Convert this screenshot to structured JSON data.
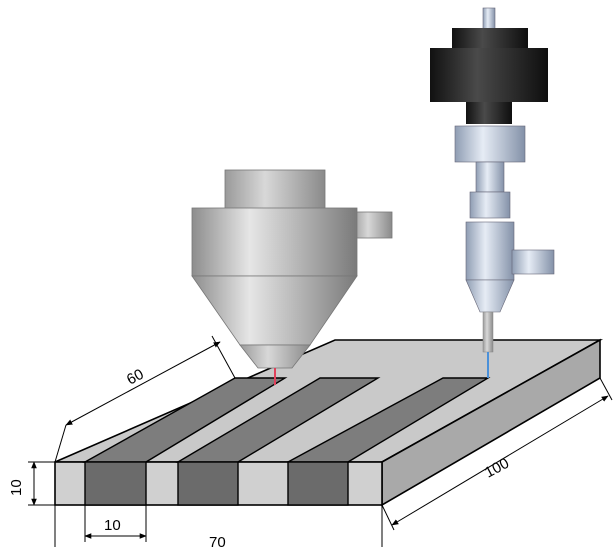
{
  "dimensions": {
    "length": "60",
    "slot_width": "10",
    "width": "70",
    "height": "10",
    "depth": "100"
  },
  "colors": {
    "block_front": "#cdcdcd",
    "block_top": "#c8c8c8",
    "block_side": "#a9a9a9",
    "slot_fill": "#6b6b6b",
    "slot_top": "#8a8a8a",
    "nozzle_metal": "#b5b5b5",
    "nozzle_dark": "#2b2b2b",
    "fitting_blue": "#c7d2e3",
    "laser_line": "#e0405a",
    "waterjet_line": "#4a90d9"
  },
  "icons": [
    "laser-nozzle-icon",
    "waterjet-nozzle-icon"
  ]
}
